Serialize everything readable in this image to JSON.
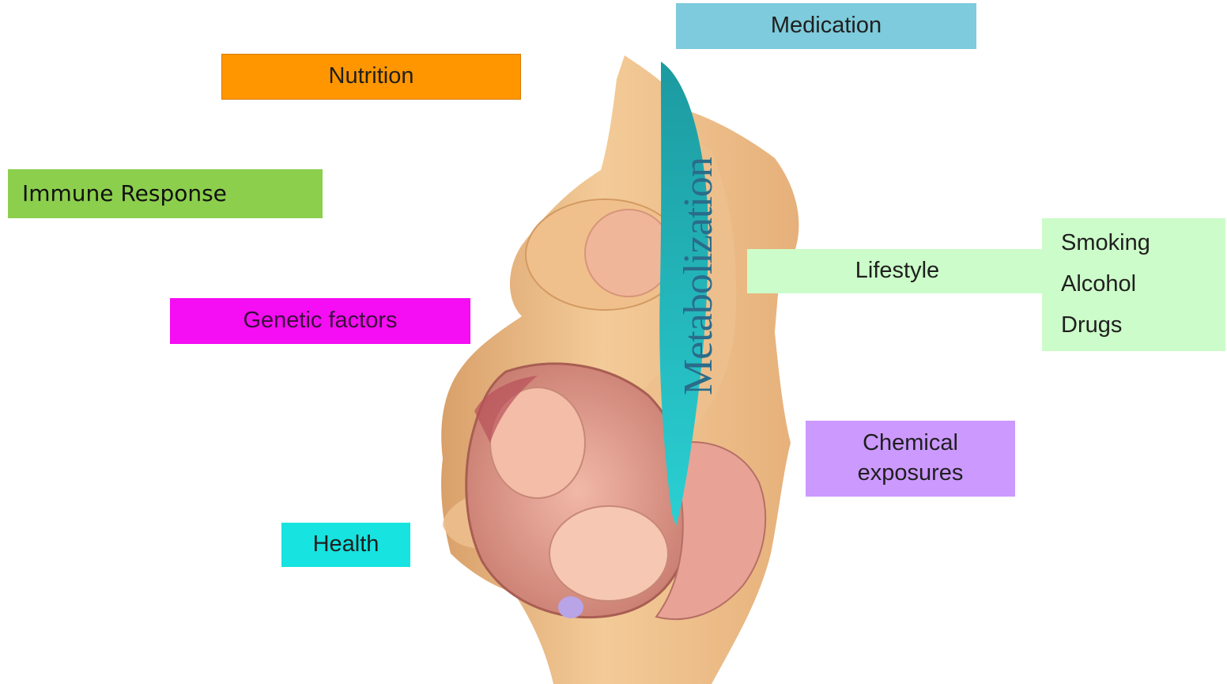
{
  "labels": {
    "medication": "Medication",
    "nutrition": "Nutrition",
    "immune_response": "Immune Response",
    "genetic_factors": "Genetic factors",
    "lifestyle": "Lifestyle",
    "lifestyle_items": [
      "Smoking",
      "Alcohol",
      "Drugs"
    ],
    "chemical_line1": "Chemical",
    "chemical_line2": "exposures",
    "health": "Health"
  },
  "arrow_text": "Metabolization",
  "colors": {
    "medication": "#7dcbdc",
    "nutrition": "#ff9600",
    "immune_response": "#8ccf4d",
    "genetic_factors": "#f50df3",
    "lifestyle": "#ccfcc9",
    "chemical_exposures": "#cc99ff",
    "health": "#17e3e0",
    "arrow": "#1db3b6"
  }
}
